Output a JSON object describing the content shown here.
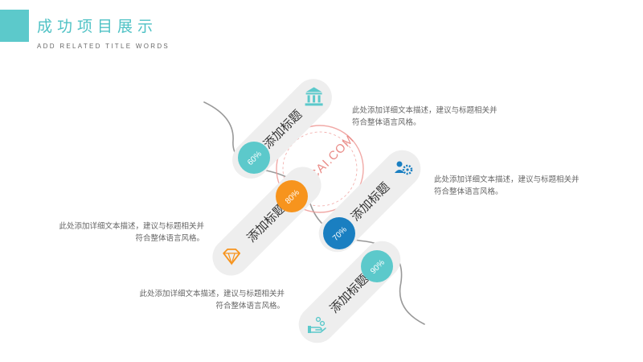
{
  "header": {
    "title": "成功项目展示",
    "subtitle": "ADD RELATED TITLE WORDS"
  },
  "watermark": "88SUCAI.COM",
  "colors": {
    "teal": "#5cc9cb",
    "orange": "#f7941d",
    "blue": "#1a7fc1",
    "pill": "#eeeeee",
    "curve": "#999999"
  },
  "items": [
    {
      "label": "添加标题",
      "percent": "60%",
      "icon": "bank-building-icon",
      "color": "teal",
      "desc_line1": "此处添加详细文本描述，建议与标题相关并",
      "desc_line2": "符合整体语言风格。"
    },
    {
      "label": "添加标题",
      "percent": "80%",
      "icon": "diamond-icon",
      "color": "orange",
      "desc_line1": "此处添加详细文本描述，建议与标题相关并",
      "desc_line2": "符合整体语言风格。"
    },
    {
      "label": "添加标题",
      "percent": "70%",
      "icon": "team-gear-icon",
      "color": "blue",
      "desc_line1": "此处添加详细文本描述，建议与标题相关并",
      "desc_line2": "符合整体语言风格。"
    },
    {
      "label": "添加标题",
      "percent": "90%",
      "icon": "coin-hand-icon",
      "color": "teal",
      "desc_line1": "此处添加详细文本描述，建议与标题相关并",
      "desc_line2": "符合整体语言风格。"
    }
  ]
}
